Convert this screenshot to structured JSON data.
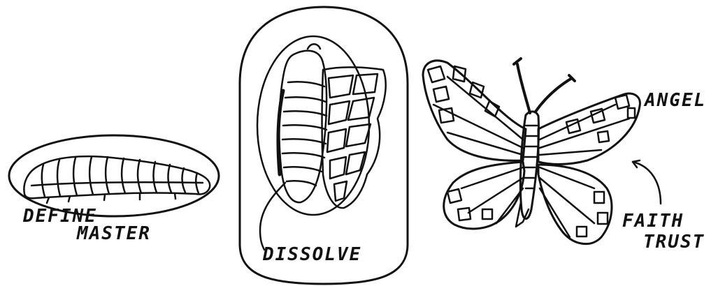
{
  "labels": {
    "define": "DEFINE",
    "master": "MASTER",
    "dissolve": "DISSOLVE",
    "angel": "ANGEL",
    "faith": "FAITH",
    "trust": "TRUST"
  },
  "stages": [
    "caterpillar",
    "chrysalis",
    "butterfly"
  ]
}
